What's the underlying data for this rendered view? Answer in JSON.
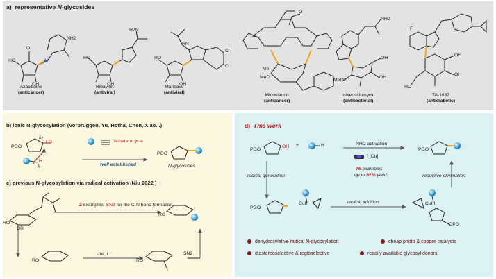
{
  "panel_a": {
    "letter": "a)",
    "title_pre": "representative ",
    "title_ital": "N",
    "title_post": "-glycosides",
    "compounds": [
      {
        "name": "Azacitidine",
        "use": "(anticancer)"
      },
      {
        "name": "Ribavirin",
        "use": "(antiviral)"
      },
      {
        "name": "Maribavir",
        "use": "(antiviral)"
      },
      {
        "name": "Midostaurin",
        "use": "(anticancer)"
      },
      {
        "name": "α-Neosidomycin",
        "use": "(antibacterial)"
      },
      {
        "name": "TA-1887",
        "use": "(antidiabetic)"
      }
    ],
    "atoms": {
      "HO": "HO",
      "OH": "OH",
      "O": "O",
      "N": "N",
      "NH2": "NH2",
      "H2N": "H2N",
      "HN": "HN",
      "Cl": "Cl",
      "F": "F",
      "Me": "Me",
      "MeO": "MeO",
      "MeO2C": "MeO2C"
    }
  },
  "panel_b": {
    "title": "b)  ionic N-glycosylation  (Vorbrüggen, Yu. Hotha, Chen, Xiao...)",
    "reagent": "N-heterocycle",
    "status": "well established",
    "product": "N-glycosides",
    "pgo": "PGO",
    "lg": "LG",
    "dplus": "δ+",
    "dminus": "δ−",
    "h": "H"
  },
  "panel_c": {
    "title": "c)  previous N-glycosylation via radical activation (Niu 2022 )",
    "examples_num": "2",
    "examples_text": " examples, ",
    "sn2_text": "SN2",
    "bond_text": " for the C-N bond formation",
    "step1": "-1e, I ⁻",
    "step2": "SN2",
    "ro": "RO",
    "or": "OR",
    "i": "I"
  },
  "panel_d": {
    "title_letter": "d)",
    "title": "This work",
    "activation": "NHC activation",
    "catalyst": "/ [Cu]",
    "examples_num": "76",
    "examples_text": " examples",
    "yield_pre": "up to ",
    "yield_num": "92%",
    "yield_post": " yield",
    "radical_generation": "radical generation",
    "radical_addition": "radical addition",
    "reductive_elimination": "reductive elimination",
    "plus": "+",
    "oh": "OH",
    "pgo": "PGO",
    "opg": "OPG",
    "cu2": "CuII",
    "cu3": "CuIII",
    "h": "H"
  },
  "bullets": [
    "dehydroxylative radical N-glycosylation",
    "cheap photo & copper catalysts",
    "diastereoselective & regioselective",
    "readily available glycosyl donors"
  ],
  "colors": {
    "panel_a": "#e3e3e3",
    "panel_b": "#fbf8df",
    "panel_d": "#dcf1f4",
    "accent": "#c11a1a",
    "blue": "#1f5f9c",
    "bullet": "#8e1212"
  }
}
